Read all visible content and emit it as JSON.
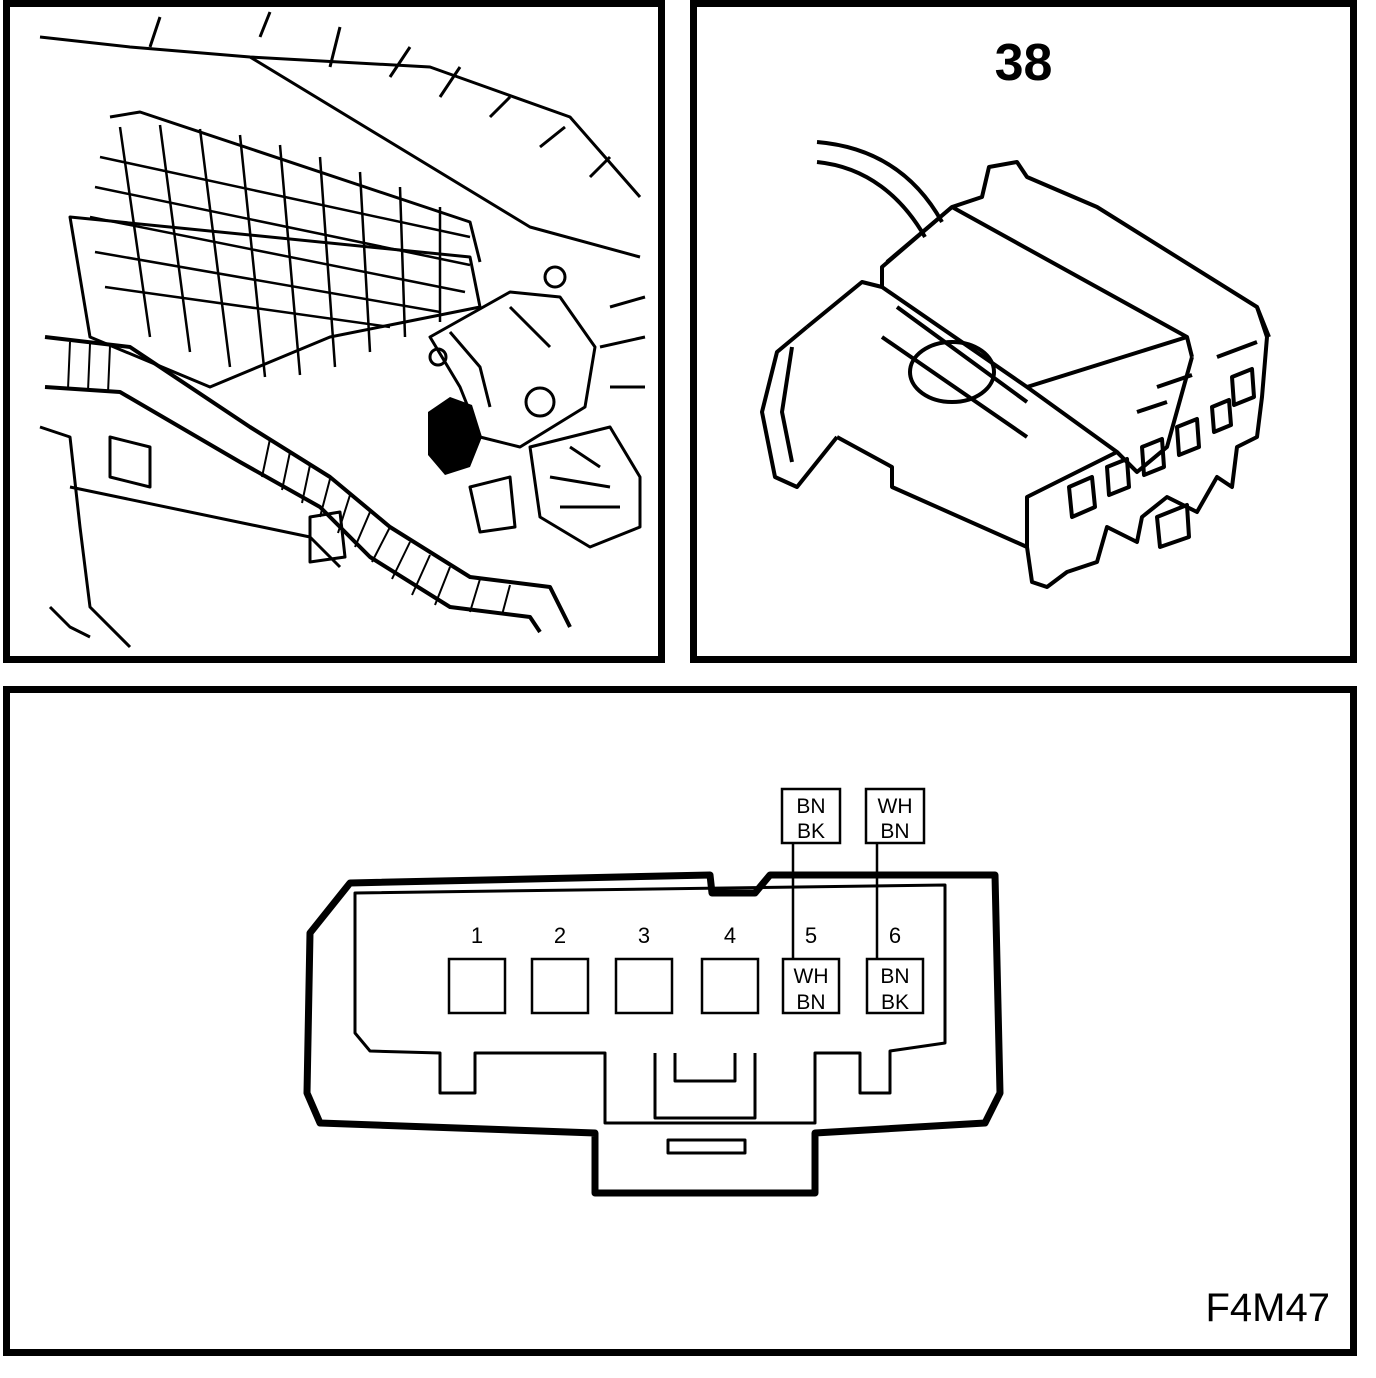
{
  "connector_number": "38",
  "reference_code": "F4M47",
  "pins": [
    {
      "number": "1",
      "wire_top": "",
      "wire_bottom": ""
    },
    {
      "number": "2",
      "wire_top": "",
      "wire_bottom": ""
    },
    {
      "number": "3",
      "wire_top": "",
      "wire_bottom": ""
    },
    {
      "number": "4",
      "wire_top": "",
      "wire_bottom": ""
    },
    {
      "number": "5",
      "wire_top": "WH",
      "wire_bottom": "BN"
    },
    {
      "number": "6",
      "wire_top": "BN",
      "wire_bottom": "BK"
    }
  ],
  "wire_callouts": [
    {
      "pin": "5",
      "line1": "BN",
      "line2": "BK"
    },
    {
      "pin": "6",
      "line1": "WH",
      "line2": "BN"
    }
  ]
}
